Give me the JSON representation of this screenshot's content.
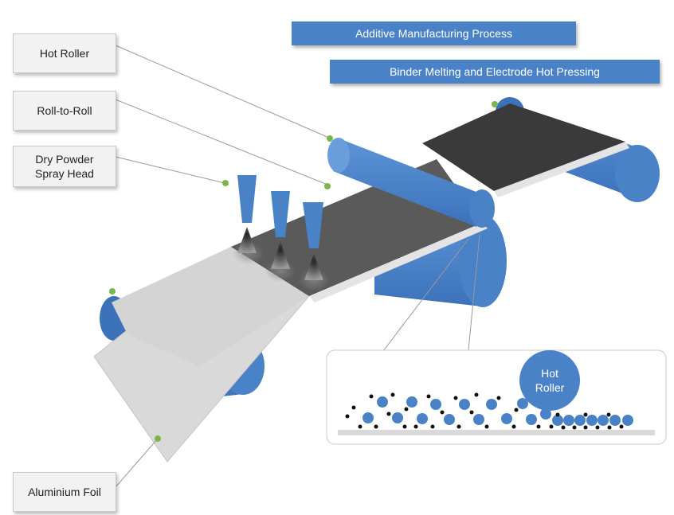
{
  "banners": {
    "process": "Additive Manufacturing Process",
    "step": "Binder Melting and Electrode Hot Pressing"
  },
  "callouts": {
    "hot_roller": "Hot Roller",
    "roll_to_roll": "Roll-to-Roll",
    "spray_head": "Dry Powder\nSpray Head",
    "foil": "Aluminium Foil"
  },
  "inset": {
    "roller_label": "Hot\nRoller"
  },
  "colors": {
    "roller_blue": "#4a82c8",
    "foil_grey": "#d9d9d9",
    "coated_grey": "#5a5a5a",
    "pressed_dark": "#3a3a3a",
    "marker_green": "#7ab648"
  }
}
